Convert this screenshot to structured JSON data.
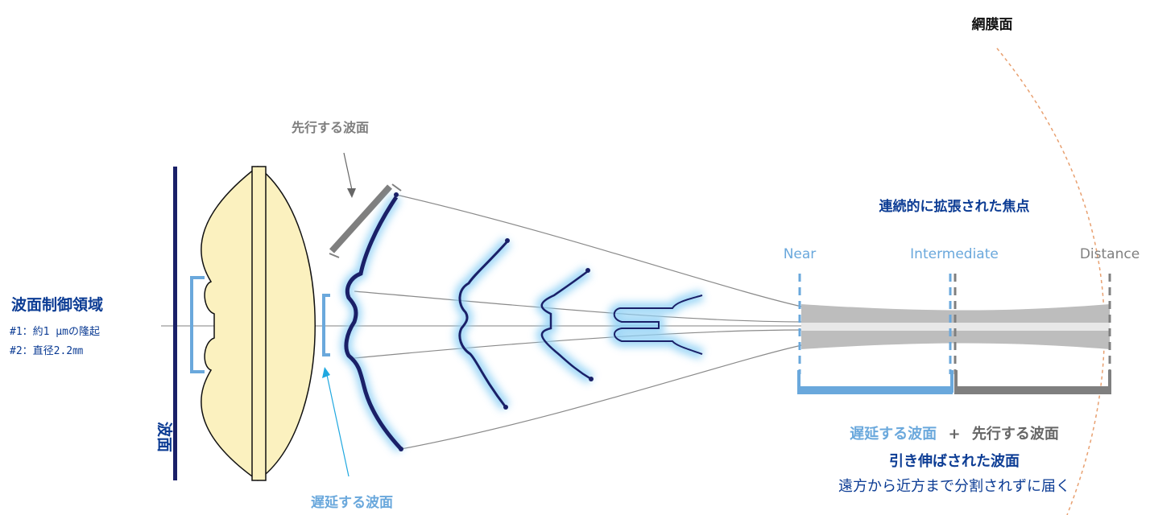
{
  "labels": {
    "retina": "網膜面",
    "leading_top": "先行する波面",
    "continuous_focus": "連続的に拡張された焦点",
    "near": "Near",
    "intermediate": "Intermediate",
    "distance": "Distance",
    "control_region": "波面制御領域",
    "spec_1": "#1：約1 µmの隆起",
    "spec_2": "#2：直径2.2㎜",
    "wavefront_vertical": "波面",
    "delayed_bottom": "遅延する波面",
    "summary_delayed": "遅延する波面",
    "summary_plus": "+",
    "summary_leading": "先行する波面",
    "summary_stretched": "引き伸ばされた波面",
    "summary_reach": "遠方から近方まで分割されずに届く"
  },
  "colors": {
    "navy": "#1a2068",
    "blue": "#0c3c94",
    "light_blue": "#6aa8dc",
    "gray": "#7f7f7f",
    "dark_gray": "#666666",
    "lens_fill": "#fbf1bf",
    "glow": "#8fd0f5",
    "retina_curve": "#e8a070",
    "cyan_arrow": "#20a8e0"
  }
}
